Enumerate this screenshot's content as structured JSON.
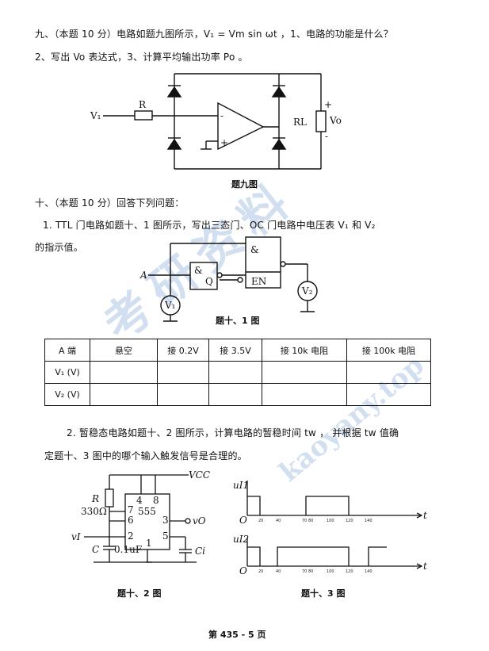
{
  "q9": {
    "line1": "九、（本题 10 分）电路如题九图所示，V₁ = Vm sin ωt ，1、电路的功能是什么？",
    "line2": "2、写出 Vo 表达式，3、计算平均输出功率 Po 。",
    "labels": {
      "vin": "V₁",
      "r": "R",
      "rl": "RL",
      "vo": "Vo",
      "plus": "+",
      "minus": "-",
      "opminus": "-",
      "opplus": "+"
    },
    "caption": "题九图"
  },
  "q10": {
    "heading": "十、（本题 10 分）回答下列问题：",
    "p1_line1": "1. TTL 门电路如题十、1 图所示，写出三态门、OC 门电路中电压表 V₁ 和 V₂",
    "p1_line2": "的指示值。",
    "fig1": {
      "a": "A",
      "amp1": "&",
      "q": "Q",
      "amp2": "&",
      "en": "EN",
      "v1": "V₁",
      "v2": "V₂",
      "caption": "题十、1 图"
    },
    "table": {
      "headers": [
        "A 端",
        "悬空",
        "接 0.2V",
        "接 3.5V",
        "接 10k 电阻",
        "接 100k 电阻"
      ],
      "rows": [
        "V₁ (V)",
        "V₂ (V)"
      ]
    },
    "p2_line1": "2. 暂稳态电路如题十、2 图所示，计算电路的暂稳时间 tw ， 并根据 tw 值确",
    "p2_line2": "定题十、3 图中的哪个输入触发信号是合理的。",
    "fig2": {
      "vcc": "VCC",
      "r": "R",
      "r_val": "330Ω",
      "c": "C",
      "c_val": "0.1uF",
      "ci": "Ci",
      "vi": "vI",
      "vo": "vO",
      "chip": "555",
      "pin4": "4",
      "pin8": "8",
      "pin7": "7",
      "pin6": "6",
      "pin2": "2",
      "pin3": "3",
      "pin5": "5",
      "pin1": "1",
      "caption": "题十、2 图"
    },
    "fig3": {
      "ui1": "uI1",
      "ui2": "uI2",
      "o": "O",
      "t": "t",
      "ticks1": [
        "20",
        "40",
        "70 80",
        "100",
        "120",
        "140"
      ],
      "ticks2": [
        "20",
        "40",
        "70 80",
        "100",
        "120",
        "140"
      ],
      "caption": "题十、3 图"
    }
  },
  "footer": "第 435 - 5 页",
  "watermark": {
    "text1": "考研资料",
    "text2": "kaoyany.top"
  }
}
